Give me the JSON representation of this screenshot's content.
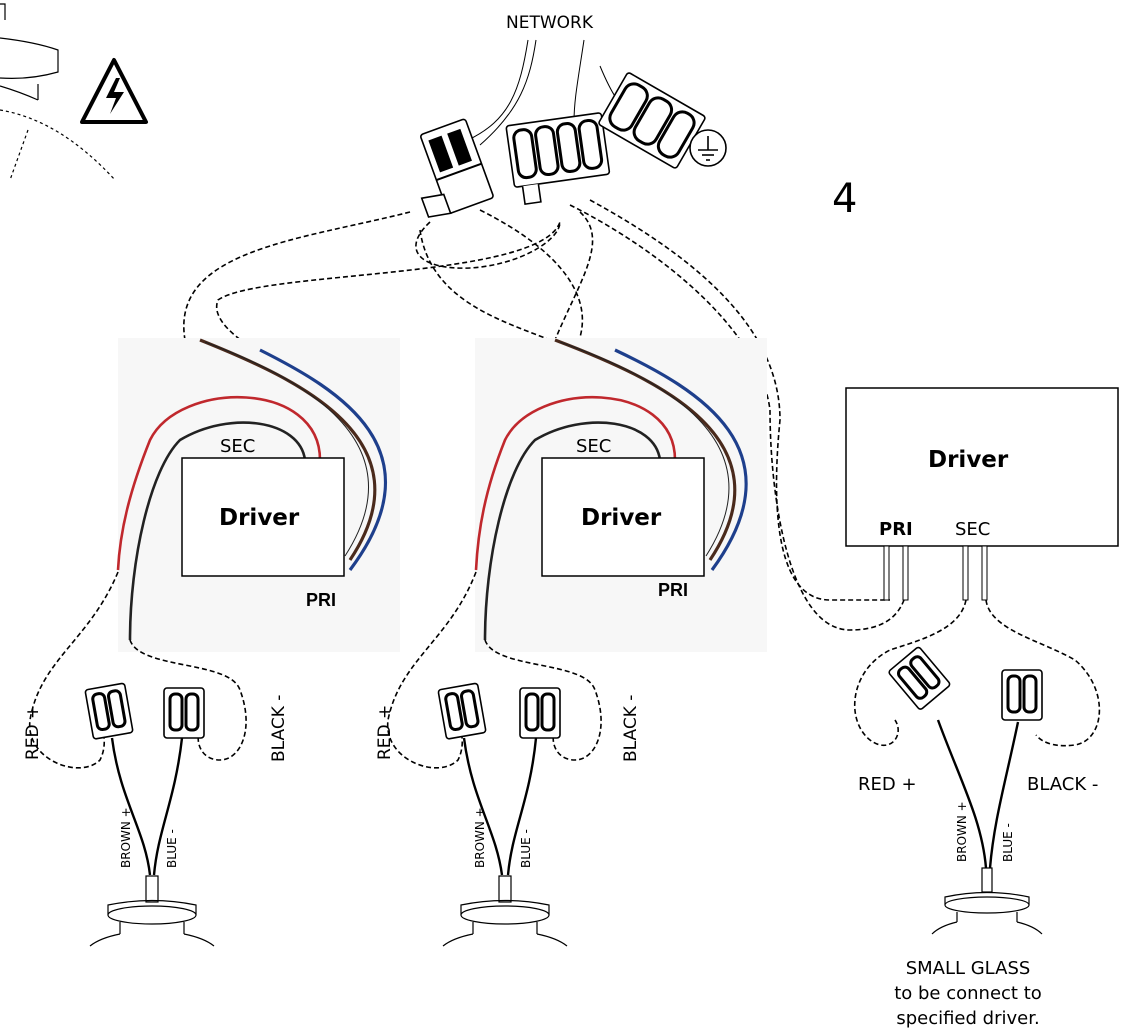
{
  "step_number": "4",
  "network_label": "NETWORK",
  "drivers": [
    {
      "title": "Driver",
      "sec": "SEC",
      "pri": "PRI"
    },
    {
      "title": "Driver",
      "sec": "SEC",
      "pri": "PRI"
    },
    {
      "title": "Driver",
      "sec": "SEC",
      "pri": "PRI"
    }
  ],
  "wire_labels": {
    "red": "RED +",
    "black": "BLACK -",
    "brown": "BROWN +",
    "blue": "BLUE -"
  },
  "note_lines": [
    "SMALL GLASS",
    "to be connect to",
    "specified driver."
  ],
  "icons": [
    "high-voltage-warning-icon",
    "ground-symbol-icon"
  ],
  "colors": {
    "red_wire": "#c0282d",
    "blue_wire": "#1e3f8c",
    "brown_wire": "#4a2a1c",
    "black_wire": "#222222"
  }
}
